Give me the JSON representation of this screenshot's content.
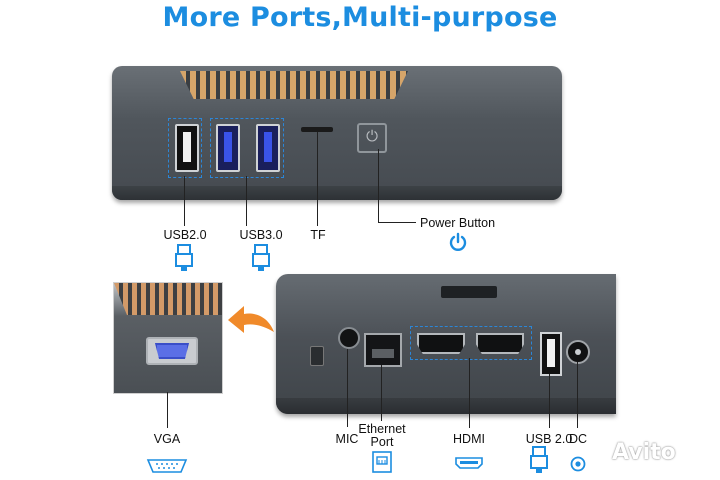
{
  "title": "More Ports,Multi-purpose",
  "top_labels": {
    "usb20": "USB2.0",
    "usb30": "USB3.0",
    "tf": "TF",
    "power": "Power Button"
  },
  "bottom_labels": {
    "vga": "VGA",
    "mic": "MIC",
    "ethernet_line1": "Ethernet",
    "ethernet_line2": "Port",
    "hdmi": "HDMI",
    "usb20": "USB 2.0",
    "dc": "DC"
  },
  "watermark": "Avito",
  "colors": {
    "accent": "#1c8de0",
    "arrow": "#f08a2a",
    "usb3_blue": "#3a53e8"
  },
  "icons": [
    "usb-icon",
    "power-icon",
    "ethernet-icon",
    "hdmi-icon",
    "dc-icon",
    "vga-icon",
    "arrow-left-icon"
  ]
}
